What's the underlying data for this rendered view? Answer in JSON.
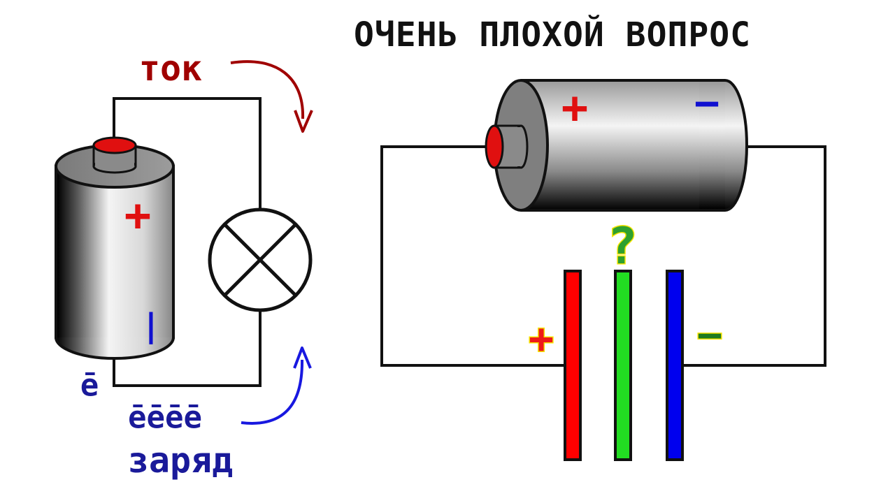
{
  "title": "ОЧЕНЬ ПЛОХОЙ ВОПРОС",
  "left_diagram": {
    "current_label": "ток",
    "battery_plus": "+",
    "battery_minus": "|",
    "electron_single": "ē",
    "electron_row": "ēēēē",
    "charge_label": "заряд"
  },
  "right_diagram": {
    "battery_plus": "+",
    "battery_minus": "−",
    "question": "?",
    "plate_plus": "+",
    "plate_minus": "−"
  },
  "colors": {
    "current_arrow": "#a00000",
    "electron": "#1a1a9a",
    "charge_arrow": "#1818e0",
    "plus": "#e01010",
    "minus": "#1010d0",
    "plate_red": "#ff0000",
    "plate_green": "#22dd22",
    "plate_blue": "#0000ee",
    "question_fill": "#2ea02e",
    "question_stroke": "#f5e400",
    "plate_plus_fill": "#ee1a1a",
    "plate_plus_stroke": "#f5e400",
    "plate_minus_fill": "#1f7a1f",
    "plate_minus_stroke": "#f5e400"
  }
}
